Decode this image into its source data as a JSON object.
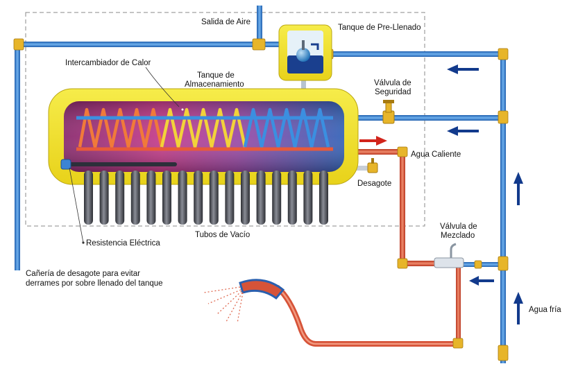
{
  "diagram": {
    "labels": {
      "air_outlet": "Salida de Aire",
      "prefill_tank": "Tanque de Pre-Llenado",
      "heat_exchanger": "Intercambiador de Calor",
      "storage_tank_line1": "Tanque de",
      "storage_tank_line2": "Almacenamiento",
      "safety_valve_line1": "Válvula de",
      "safety_valve_line2": "Seguridad",
      "hot_water": "Agua Caliente",
      "drain": "Desagote",
      "mixing_valve_line1": "Válvula de",
      "mixing_valve_line2": "Mezclado",
      "vacuum_tubes": "Tubos de Vacío",
      "electric_resistance": "Resistencia Eléctrica",
      "overflow_pipe_line1": "Cañería de desagote para evitar",
      "overflow_pipe_line2": "derrames por sobre llenado del tanque",
      "cold_water": "Agua fría"
    },
    "colors": {
      "cold_pipe": "#3a86d6",
      "hot_pipe": "#e0573a",
      "tank_casing": "#f2e21c",
      "tank_inner": "#c0398a",
      "tank_inner_blue": "#3f6fc4",
      "fitting": "#e7b52a",
      "vacuum_tube": "#4e5058",
      "arrow_blue": "#123a8c",
      "arrow_red": "#d2241b",
      "dashed_border": "#8a8a8a"
    },
    "icons": [
      "float-valve-icon",
      "flow-arrow-icon",
      "shower-head-icon"
    ]
  }
}
